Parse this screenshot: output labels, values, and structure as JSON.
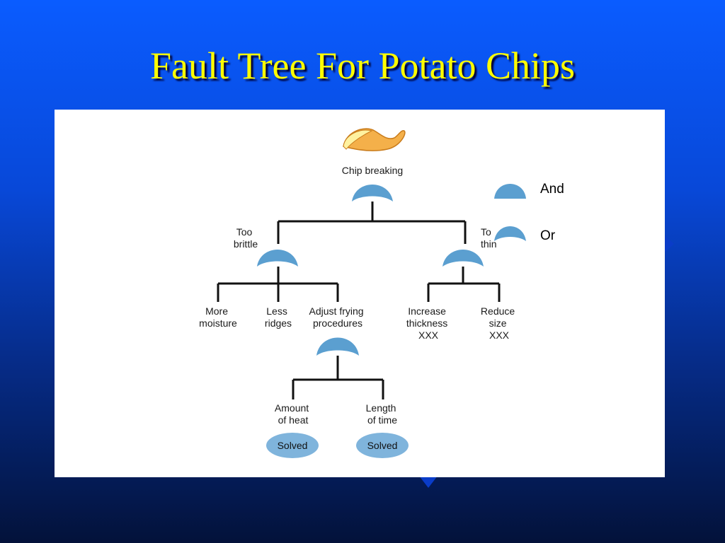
{
  "slide": {
    "title": "Fault Tree For Potato Chips"
  },
  "tree": {
    "top_event": "Chip breaking",
    "too_brittle": [
      "Too",
      "brittle"
    ],
    "too_thin": [
      "To",
      "thin"
    ],
    "more_moisture": [
      "More",
      "moisture"
    ],
    "less_ridges": [
      "Less",
      "ridges"
    ],
    "adjust_frying": [
      "Adjust frying",
      "procedures"
    ],
    "increase_thickness": [
      "Increase",
      "thickness",
      "XXX"
    ],
    "reduce_size": [
      "Reduce",
      "size",
      "XXX"
    ],
    "amount_of_heat": [
      "Amount",
      "of heat"
    ],
    "length_of_time": [
      "Length",
      "of time"
    ],
    "solved_label": "Solved"
  },
  "legend": {
    "and_label": "And",
    "or_label": "Or"
  },
  "colors": {
    "gate": "#5b9fd0",
    "title": "#ffff00",
    "background": "#0848d8"
  }
}
